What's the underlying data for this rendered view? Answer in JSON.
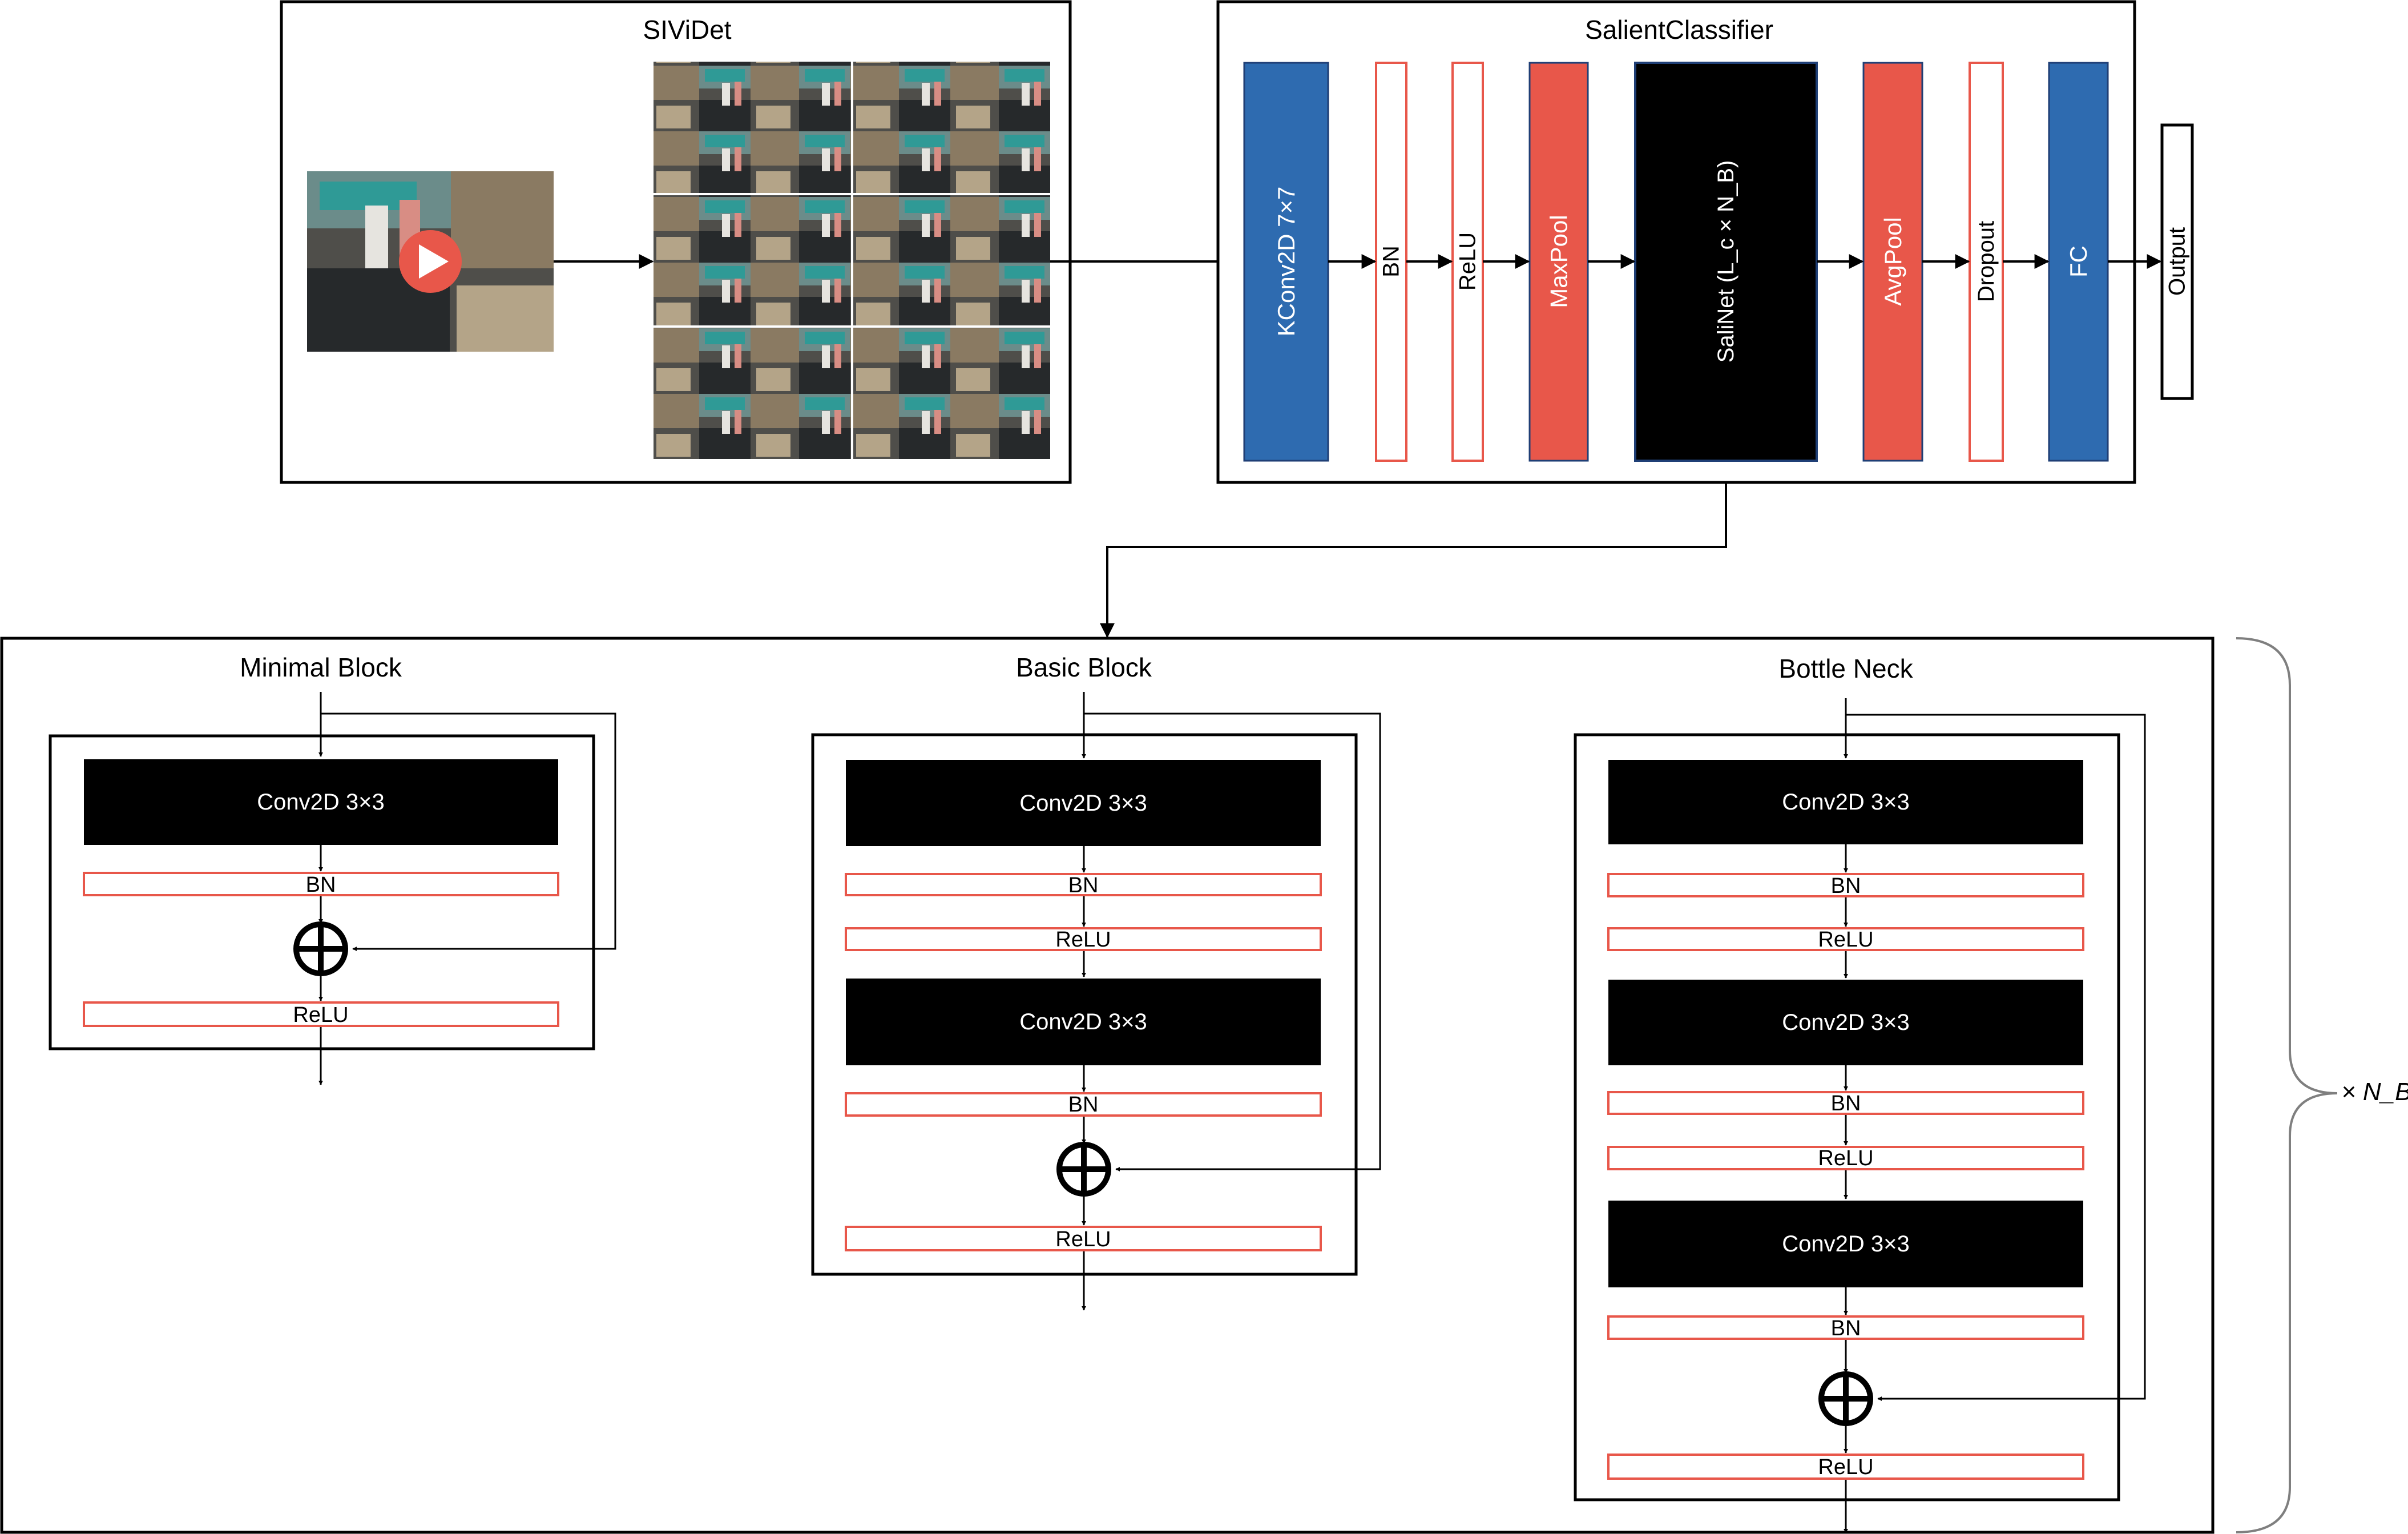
{
  "sividet": {
    "title": "SIViDet"
  },
  "salient_classifier": {
    "title": "SalientClassifier",
    "layers": [
      "KConv2D 7×7",
      "BN",
      "ReLU",
      "MaxPool",
      "SaliNet (L_c × N_B)",
      "AvgPool",
      "Dropout",
      "FC"
    ],
    "output_label": "Output"
  },
  "blocks": {
    "minimal": {
      "title": "Minimal Block",
      "layers": [
        "Conv2D 3×3",
        "BN",
        "ReLU"
      ]
    },
    "basic": {
      "title": "Basic Block",
      "layers": [
        "Conv2D 3×3",
        "BN",
        "ReLU",
        "Conv2D 3×3",
        "BN",
        "ReLU"
      ]
    },
    "bottleneck": {
      "title": "Bottle Neck",
      "layers": [
        "Conv2D 3×3",
        "BN",
        "ReLU",
        "Conv2D 3×3",
        "BN",
        "ReLU",
        "Conv2D 3×3",
        "BN",
        "ReLU"
      ]
    }
  },
  "repeat_label": "× N_B",
  "colors": {
    "blue": "#2e6bb0",
    "red": "#e8574a",
    "black": "#000000"
  },
  "icons": {
    "play": "play-icon",
    "sum": "circled-plus-icon"
  }
}
